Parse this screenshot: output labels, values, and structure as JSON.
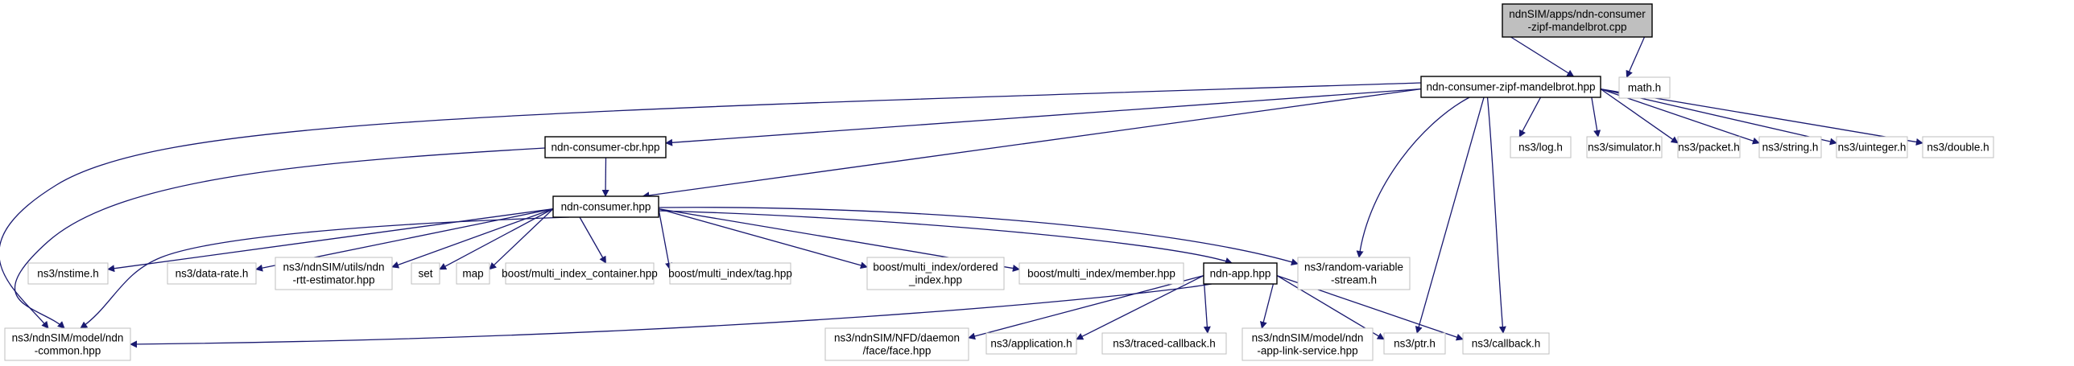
{
  "diagram": {
    "title": "Include dependency graph for ndn-consumer-zipf-mandelbrot.cpp",
    "colors": {
      "edge": "#191970",
      "root_fill": "#bfbfbf",
      "documented_border": "#000000",
      "external_border": "#bfbfbf",
      "node_fill": "#ffffff"
    },
    "nodes": [
      {
        "id": "root",
        "lines": [
          "ndnSIM/apps/ndn-consumer",
          "-zipf-mandelbrot.cpp"
        ],
        "kind": "root"
      },
      {
        "id": "zipf_hpp",
        "lines": [
          "ndn-consumer-zipf-mandelbrot.hpp"
        ],
        "kind": "documented"
      },
      {
        "id": "math",
        "lines": [
          "math.h"
        ],
        "kind": "external"
      },
      {
        "id": "cbr",
        "lines": [
          "ndn-consumer-cbr.hpp"
        ],
        "kind": "documented"
      },
      {
        "id": "log",
        "lines": [
          "ns3/log.h"
        ],
        "kind": "external"
      },
      {
        "id": "simulator",
        "lines": [
          "ns3/simulator.h"
        ],
        "kind": "external"
      },
      {
        "id": "packet",
        "lines": [
          "ns3/packet.h"
        ],
        "kind": "external"
      },
      {
        "id": "string",
        "lines": [
          "ns3/string.h"
        ],
        "kind": "external"
      },
      {
        "id": "uinteger",
        "lines": [
          "ns3/uinteger.h"
        ],
        "kind": "external"
      },
      {
        "id": "double",
        "lines": [
          "ns3/double.h"
        ],
        "kind": "external"
      },
      {
        "id": "consumer",
        "lines": [
          "ndn-consumer.hpp"
        ],
        "kind": "documented"
      },
      {
        "id": "nstime",
        "lines": [
          "ns3/nstime.h"
        ],
        "kind": "external"
      },
      {
        "id": "datarate",
        "lines": [
          "ns3/data-rate.h"
        ],
        "kind": "external"
      },
      {
        "id": "rtt",
        "lines": [
          "ns3/ndnSIM/utils/ndn",
          "-rtt-estimator.hpp"
        ],
        "kind": "external"
      },
      {
        "id": "set",
        "lines": [
          "set"
        ],
        "kind": "external"
      },
      {
        "id": "map",
        "lines": [
          "map"
        ],
        "kind": "external"
      },
      {
        "id": "mic",
        "lines": [
          "boost/multi_index_container.hpp"
        ],
        "kind": "external"
      },
      {
        "id": "tag",
        "lines": [
          "boost/multi_index/tag.hpp"
        ],
        "kind": "external"
      },
      {
        "id": "ordered",
        "lines": [
          "boost/multi_index/ordered",
          "_index.hpp"
        ],
        "kind": "external"
      },
      {
        "id": "member",
        "lines": [
          "boost/multi_index/member.hpp"
        ],
        "kind": "external"
      },
      {
        "id": "app",
        "lines": [
          "ndn-app.hpp"
        ],
        "kind": "documented"
      },
      {
        "id": "rvs",
        "lines": [
          "ns3/random-variable",
          "-stream.h"
        ],
        "kind": "external"
      },
      {
        "id": "common",
        "lines": [
          "ns3/ndnSIM/model/ndn",
          "-common.hpp"
        ],
        "kind": "external"
      },
      {
        "id": "face",
        "lines": [
          "ns3/ndnSIM/NFD/daemon",
          "/face/face.hpp"
        ],
        "kind": "external"
      },
      {
        "id": "application",
        "lines": [
          "ns3/application.h"
        ],
        "kind": "external"
      },
      {
        "id": "traced",
        "lines": [
          "ns3/traced-callback.h"
        ],
        "kind": "external"
      },
      {
        "id": "applink",
        "lines": [
          "ns3/ndnSIM/model/ndn",
          "-app-link-service.hpp"
        ],
        "kind": "external"
      },
      {
        "id": "ptr",
        "lines": [
          "ns3/ptr.h"
        ],
        "kind": "external"
      },
      {
        "id": "callback",
        "lines": [
          "ns3/callback.h"
        ],
        "kind": "external"
      }
    ],
    "edges": [
      [
        "root",
        "zipf_hpp"
      ],
      [
        "root",
        "math"
      ],
      [
        "zipf_hpp",
        "common"
      ],
      [
        "zipf_hpp",
        "cbr"
      ],
      [
        "zipf_hpp",
        "consumer"
      ],
      [
        "zipf_hpp",
        "rvs"
      ],
      [
        "zipf_hpp",
        "ptr"
      ],
      [
        "zipf_hpp",
        "callback"
      ],
      [
        "zipf_hpp",
        "log"
      ],
      [
        "zipf_hpp",
        "simulator"
      ],
      [
        "zipf_hpp",
        "packet"
      ],
      [
        "zipf_hpp",
        "string"
      ],
      [
        "zipf_hpp",
        "uinteger"
      ],
      [
        "zipf_hpp",
        "double"
      ],
      [
        "cbr",
        "consumer"
      ],
      [
        "cbr",
        "common"
      ],
      [
        "consumer",
        "nstime"
      ],
      [
        "consumer",
        "datarate"
      ],
      [
        "consumer",
        "rtt"
      ],
      [
        "consumer",
        "set"
      ],
      [
        "consumer",
        "map"
      ],
      [
        "consumer",
        "mic"
      ],
      [
        "consumer",
        "tag"
      ],
      [
        "consumer",
        "ordered"
      ],
      [
        "consumer",
        "member"
      ],
      [
        "consumer",
        "app"
      ],
      [
        "consumer",
        "rvs"
      ],
      [
        "consumer",
        "common"
      ],
      [
        "app",
        "common"
      ],
      [
        "app",
        "face"
      ],
      [
        "app",
        "application"
      ],
      [
        "app",
        "traced"
      ],
      [
        "app",
        "applink"
      ],
      [
        "app",
        "ptr"
      ],
      [
        "app",
        "callback"
      ]
    ]
  }
}
